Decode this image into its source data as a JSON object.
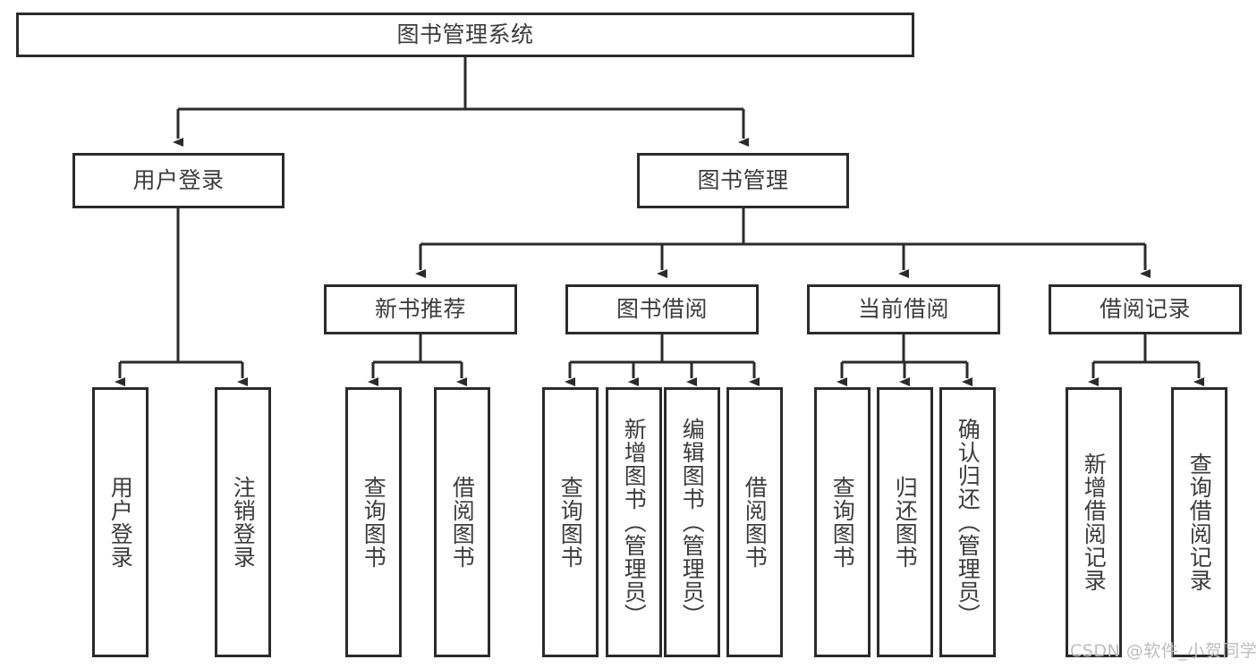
{
  "diagram": {
    "type": "tree-hierarchy",
    "title": "图书管理系统",
    "root": {
      "id": "root",
      "label": "图书管理系统"
    },
    "level1": [
      {
        "id": "user-login",
        "label": "用户登录"
      },
      {
        "id": "book-management",
        "label": "图书管理"
      }
    ],
    "level2": [
      {
        "id": "new-book-recommend",
        "label": "新书推荐",
        "parent": "book-management"
      },
      {
        "id": "book-borrow",
        "label": "图书借阅",
        "parent": "book-management"
      },
      {
        "id": "current-borrow",
        "label": "当前借阅",
        "parent": "book-management"
      },
      {
        "id": "borrow-record",
        "label": "借阅记录",
        "parent": "book-management"
      }
    ],
    "leaves": [
      {
        "id": "leaf-user-login",
        "label": "用户登录",
        "parent": "user-login"
      },
      {
        "id": "leaf-logout-login",
        "label": "注销登录",
        "parent": "user-login"
      },
      {
        "id": "leaf-query-book-1",
        "label": "查询图书",
        "parent": "new-book-recommend"
      },
      {
        "id": "leaf-borrow-book-1",
        "label": "借阅图书",
        "parent": "new-book-recommend"
      },
      {
        "id": "leaf-query-book-2",
        "label": "查询图书",
        "parent": "book-borrow"
      },
      {
        "id": "leaf-add-book",
        "label": "新增图书（管理员）",
        "parent": "book-borrow"
      },
      {
        "id": "leaf-edit-book",
        "label": "编辑图书（管理员）",
        "parent": "book-borrow"
      },
      {
        "id": "leaf-borrow-book-2",
        "label": "借阅图书",
        "parent": "book-borrow"
      },
      {
        "id": "leaf-query-book-3",
        "label": "查询图书",
        "parent": "current-borrow"
      },
      {
        "id": "leaf-return-book",
        "label": "归还图书",
        "parent": "current-borrow"
      },
      {
        "id": "leaf-confirm-return",
        "label": "确认归还（管理员）",
        "parent": "current-borrow"
      },
      {
        "id": "leaf-add-record",
        "label": "新增借阅记录",
        "parent": "borrow-record"
      },
      {
        "id": "leaf-query-record",
        "label": "查询借阅记录",
        "parent": "borrow-record"
      }
    ],
    "colors": {
      "stroke": "#2b2b2b",
      "fill": "#ffffff",
      "text": "#3c3c3c",
      "watermark": "#bdbdbd"
    }
  },
  "watermark": {
    "text": "CSDN @软件_小贺同学"
  }
}
